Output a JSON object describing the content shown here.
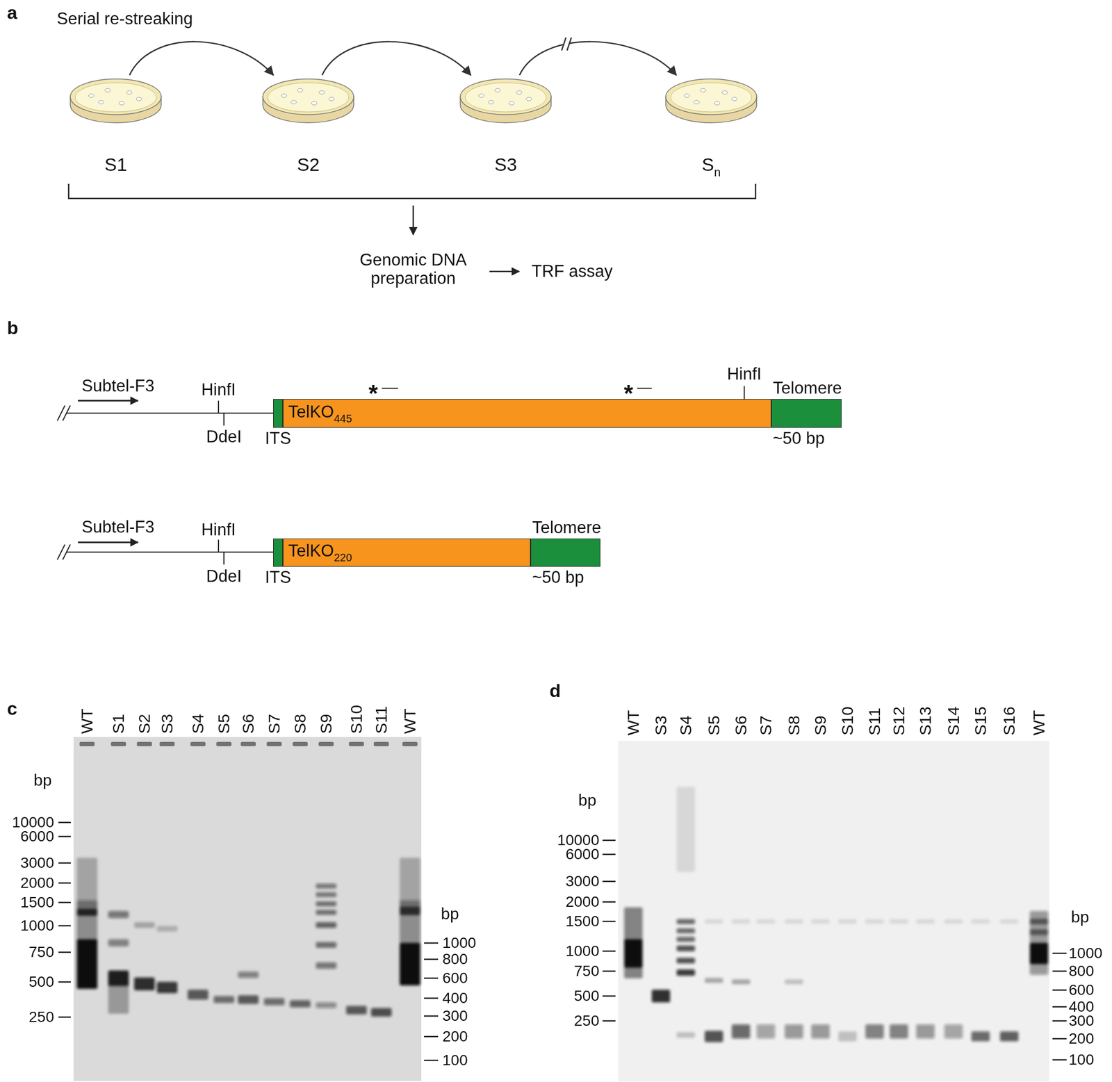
{
  "diagram": {
    "nodes": [
      {
        "text": [
          "S1"
        ]
      },
      {
        "text": [
          "S2"
        ]
      },
      {
        "text": [
          "S3"
        ]
      },
      {
        "text": [
          "S",
          "n"
        ]
      },
      {
        "text": [
          "ITS"
        ]
      },
      {
        "text": [
          "TelKO",
          "445"
        ]
      },
      {
        "text": [
          "Telomere",
          "~50 bp"
        ]
      },
      {
        "text": [
          "ITS"
        ]
      },
      {
        "text": [
          "TelKO",
          "220"
        ]
      },
      {
        "text": [
          "Telomere",
          "~50 bp"
        ]
      }
    ],
    "edges": [
      {
        "from": 0,
        "to": 1,
        "arrow": "to"
      },
      {
        "from": 1,
        "to": 2,
        "arrow": "to"
      },
      {
        "from": 2,
        "to": 3,
        "arrow": "to"
      }
    ],
    "labels": [
      "a",
      "Serial re-streaking",
      "Genomic DNA preparation",
      "TRF assay",
      "b",
      "Subtel-F3",
      "HinfI",
      "DdeI",
      "*",
      "*",
      "HinfI",
      "Subtel-F3",
      "HinfI",
      "DdeI",
      "c",
      "WT",
      "S1",
      "S2",
      "S3",
      "S4",
      "S5",
      "S6",
      "S7",
      "S8",
      "S9",
      "S10",
      "S11",
      "WT",
      "bp",
      "10000",
      "6000",
      "3000",
      "2000",
      "1500",
      "1000",
      "750",
      "500",
      "250",
      "bp",
      "1000",
      "800",
      "600",
      "400",
      "300",
      "200",
      "100",
      "d",
      "WT",
      "S3",
      "S4",
      "S5",
      "S6",
      "S7",
      "S8",
      "S9",
      "S10",
      "S11",
      "S12",
      "S13",
      "S14",
      "S15",
      "S16",
      "WT",
      "bp",
      "10000",
      "6000",
      "3000",
      "2000",
      "1500",
      "1000",
      "750",
      "500",
      "250",
      "bp",
      "1000",
      "800",
      "600",
      "400",
      "300",
      "200",
      "100"
    ]
  }
}
